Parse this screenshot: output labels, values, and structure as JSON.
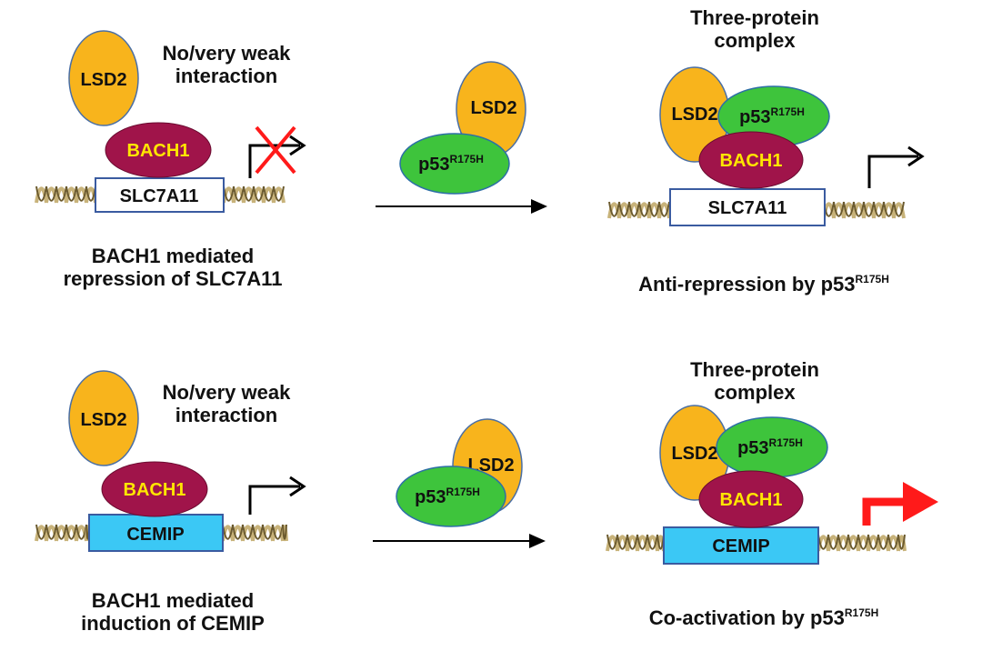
{
  "proteins": {
    "lsd2": "LSD2",
    "bach1": "BACH1",
    "p53_base": "p53",
    "p53_sup": "R175H"
  },
  "genes": {
    "slc7a11": "SLC7A11",
    "cemip": "CEMIP"
  },
  "labels": {
    "weak_line1": "No/very weak",
    "weak_line2": "interaction",
    "complex_line1": "Three-protein",
    "complex_line2": "complex"
  },
  "captions": {
    "repression_line1": "BACH1 mediated",
    "repression_line2": "repression of SLC7A11",
    "induction_line1": "BACH1 mediated",
    "induction_line2": "induction of CEMIP",
    "antirepression": "Anti-repression by p53",
    "coactivation": "Co-activation by p53"
  },
  "colors": {
    "lsd2": "#F8B41C",
    "bach1": "#A0144A",
    "bach1_text": "#FFE600",
    "p53": "#3EC43C",
    "slc_box": "#FFFFFF",
    "cemip_box": "#3BC8F5",
    "box_border": "#3A5BA0",
    "red_arrow": "#FF1A1A",
    "repress_x": "#FF1A1A",
    "dna": "#C8B37A"
  }
}
